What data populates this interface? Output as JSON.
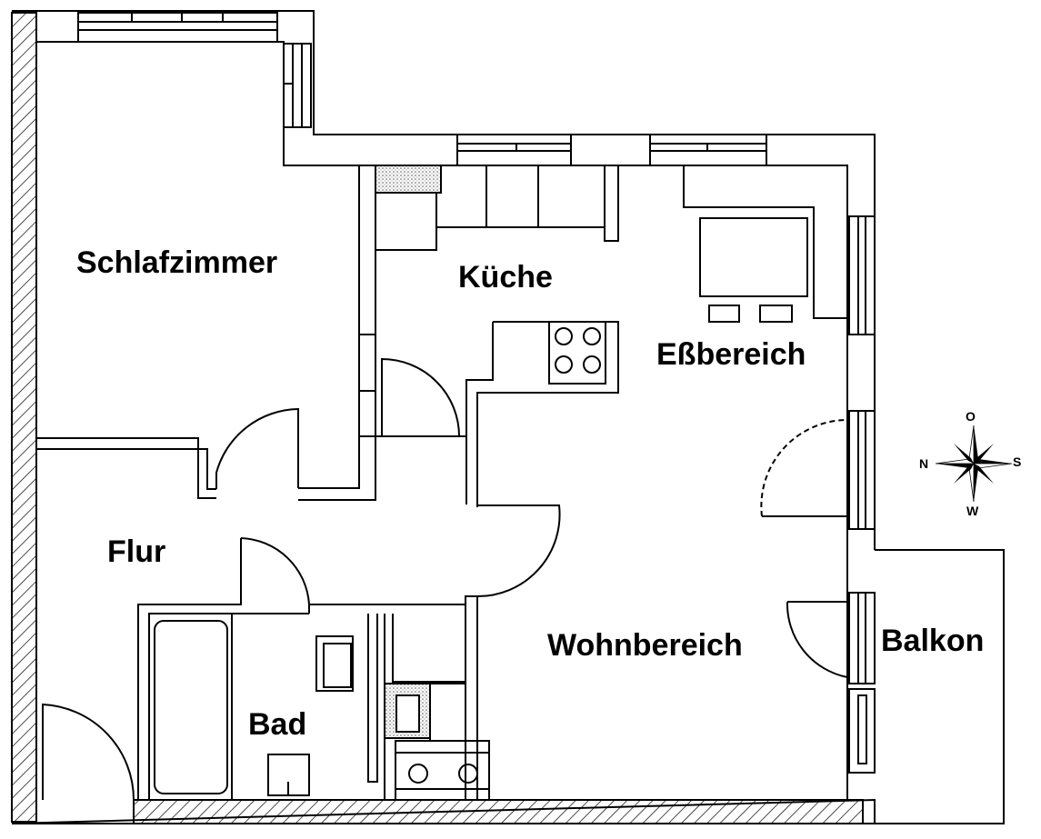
{
  "rooms": {
    "schlafzimmer": "Schlafzimmer",
    "kueche": "Küche",
    "essbereich": "Eßbereich",
    "flur": "Flur",
    "bad": "Bad",
    "wohnbereich": "Wohnbereich",
    "balkon": "Balkon"
  },
  "compass": {
    "o": "O",
    "s": "S",
    "w": "W",
    "n": "N"
  }
}
